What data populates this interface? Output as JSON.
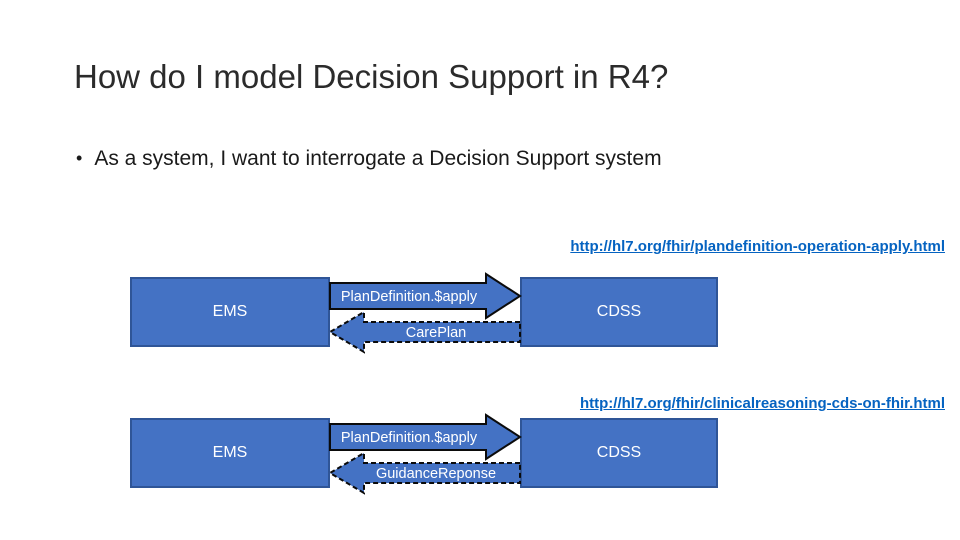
{
  "slide": {
    "title": "How do I model Decision Support in R4?",
    "bullet_glyph": "•",
    "bullet_text": "As a system, I want to interrogate a Decision Support system"
  },
  "colors": {
    "box_fill": "#4472C4",
    "box_border": "#2F5597",
    "arrow_fill": "#4472C4",
    "arrow_outline": "#0B0B0B",
    "arrow_label_text": "#FFFFFF",
    "link_text": "#0563C1",
    "title_text": "#2B2B2B",
    "body_text": "#1A1A1A"
  },
  "diagrams": [
    {
      "link": "http://hl7.org/fhir/plandefinition-operation-apply.html",
      "left_box": "EMS",
      "right_box": "CDSS",
      "request_arrow": "PlanDefinition.$apply",
      "response_arrow": "CarePlan"
    },
    {
      "link": "http://hl7.org/fhir/clinicalreasoning-cds-on-fhir.html",
      "left_box": "EMS",
      "right_box": "CDSS",
      "request_arrow": "PlanDefinition.$apply",
      "response_arrow": "GuidanceReponse"
    }
  ]
}
